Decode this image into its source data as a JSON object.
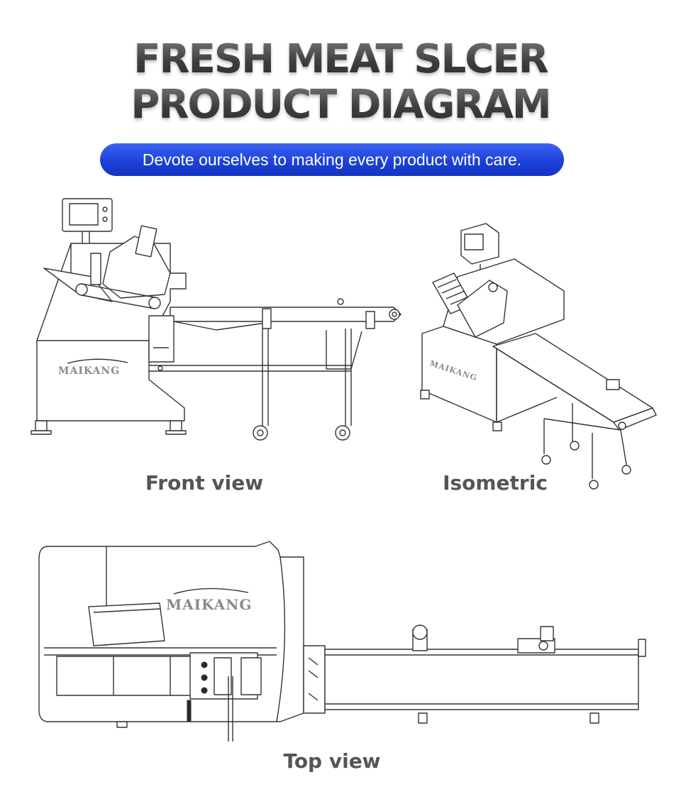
{
  "title": {
    "line1": "FRESH MEAT SLCER",
    "line2": "PRODUCT DIAGRAM"
  },
  "tagline": "Devote ourselves to making every product with care.",
  "brand": "MAIKANG",
  "views": {
    "front": "Front view",
    "isometric": "Isometric",
    "top": "Top view"
  },
  "colors": {
    "tagline_bg": "#1f45e0",
    "title_text": "#444444",
    "label_text": "#555555",
    "line_art": "#333333"
  }
}
